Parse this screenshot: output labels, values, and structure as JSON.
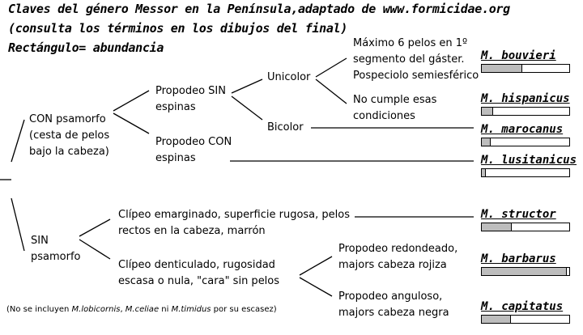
{
  "header": {
    "line1": "Claves del género Messor en la Península,adaptado de www.formicidae.org",
    "line2": "(consulta los términos en los dibujos del final)",
    "line3": "Rectángulo= abundancia"
  },
  "nodes": {
    "con_psamorfo": [
      "CON psamorfo",
      "(cesta de pelos",
      "bajo la cabeza)"
    ],
    "sin_psamorfo": [
      "SIN",
      "psamorfo"
    ],
    "propodeo_sin_espinas": [
      "Propodeo SIN",
      "espinas"
    ],
    "propodeo_con_espinas": [
      "Propodeo CON",
      "espinas"
    ],
    "unicolor": "Unicolor",
    "bicolor": "Bicolor",
    "maximo": [
      "Máximo 6 pelos en 1º",
      "segmento del gáster.",
      "Pospeciolo semiesférico"
    ],
    "no_cumple": [
      "No cumple esas",
      "condiciones"
    ],
    "clipeo_emarginado": [
      "Clípeo emarginado, superficie rugosa, pelos",
      "rectos en la cabeza, marrón"
    ],
    "clipeo_denticulado": [
      "Clípeo denticulado, rugosidad",
      "escasa o nula, \"cara\" sin pelos"
    ],
    "propodeo_redondeado": [
      "Propodeo redondeado,",
      "majors cabeza rojiza"
    ],
    "propodeo_anguloso": [
      "Propodeo anguloso,",
      "majors cabeza negra"
    ]
  },
  "species": [
    {
      "name": "M. bouvieri",
      "abundance": 0.45
    },
    {
      "name": "M. hispanicus",
      "abundance": 0.12
    },
    {
      "name": "M. marocanus",
      "abundance": 0.09
    },
    {
      "name": "M. lusitanicus",
      "abundance": 0.04
    },
    {
      "name": "M. structor",
      "abundance": 0.33
    },
    {
      "name": "M. barbarus",
      "abundance": 0.96
    },
    {
      "name": "M. capitatus",
      "abundance": 0.32
    }
  ],
  "note": {
    "prefix": "(No se incluyen ",
    "sp1": "M.lobicornis",
    "sep1": ", ",
    "sp2": "M.celiae",
    "sep2": " ni ",
    "sp3": "M.timidus",
    "suffix": " por su escasez)"
  }
}
